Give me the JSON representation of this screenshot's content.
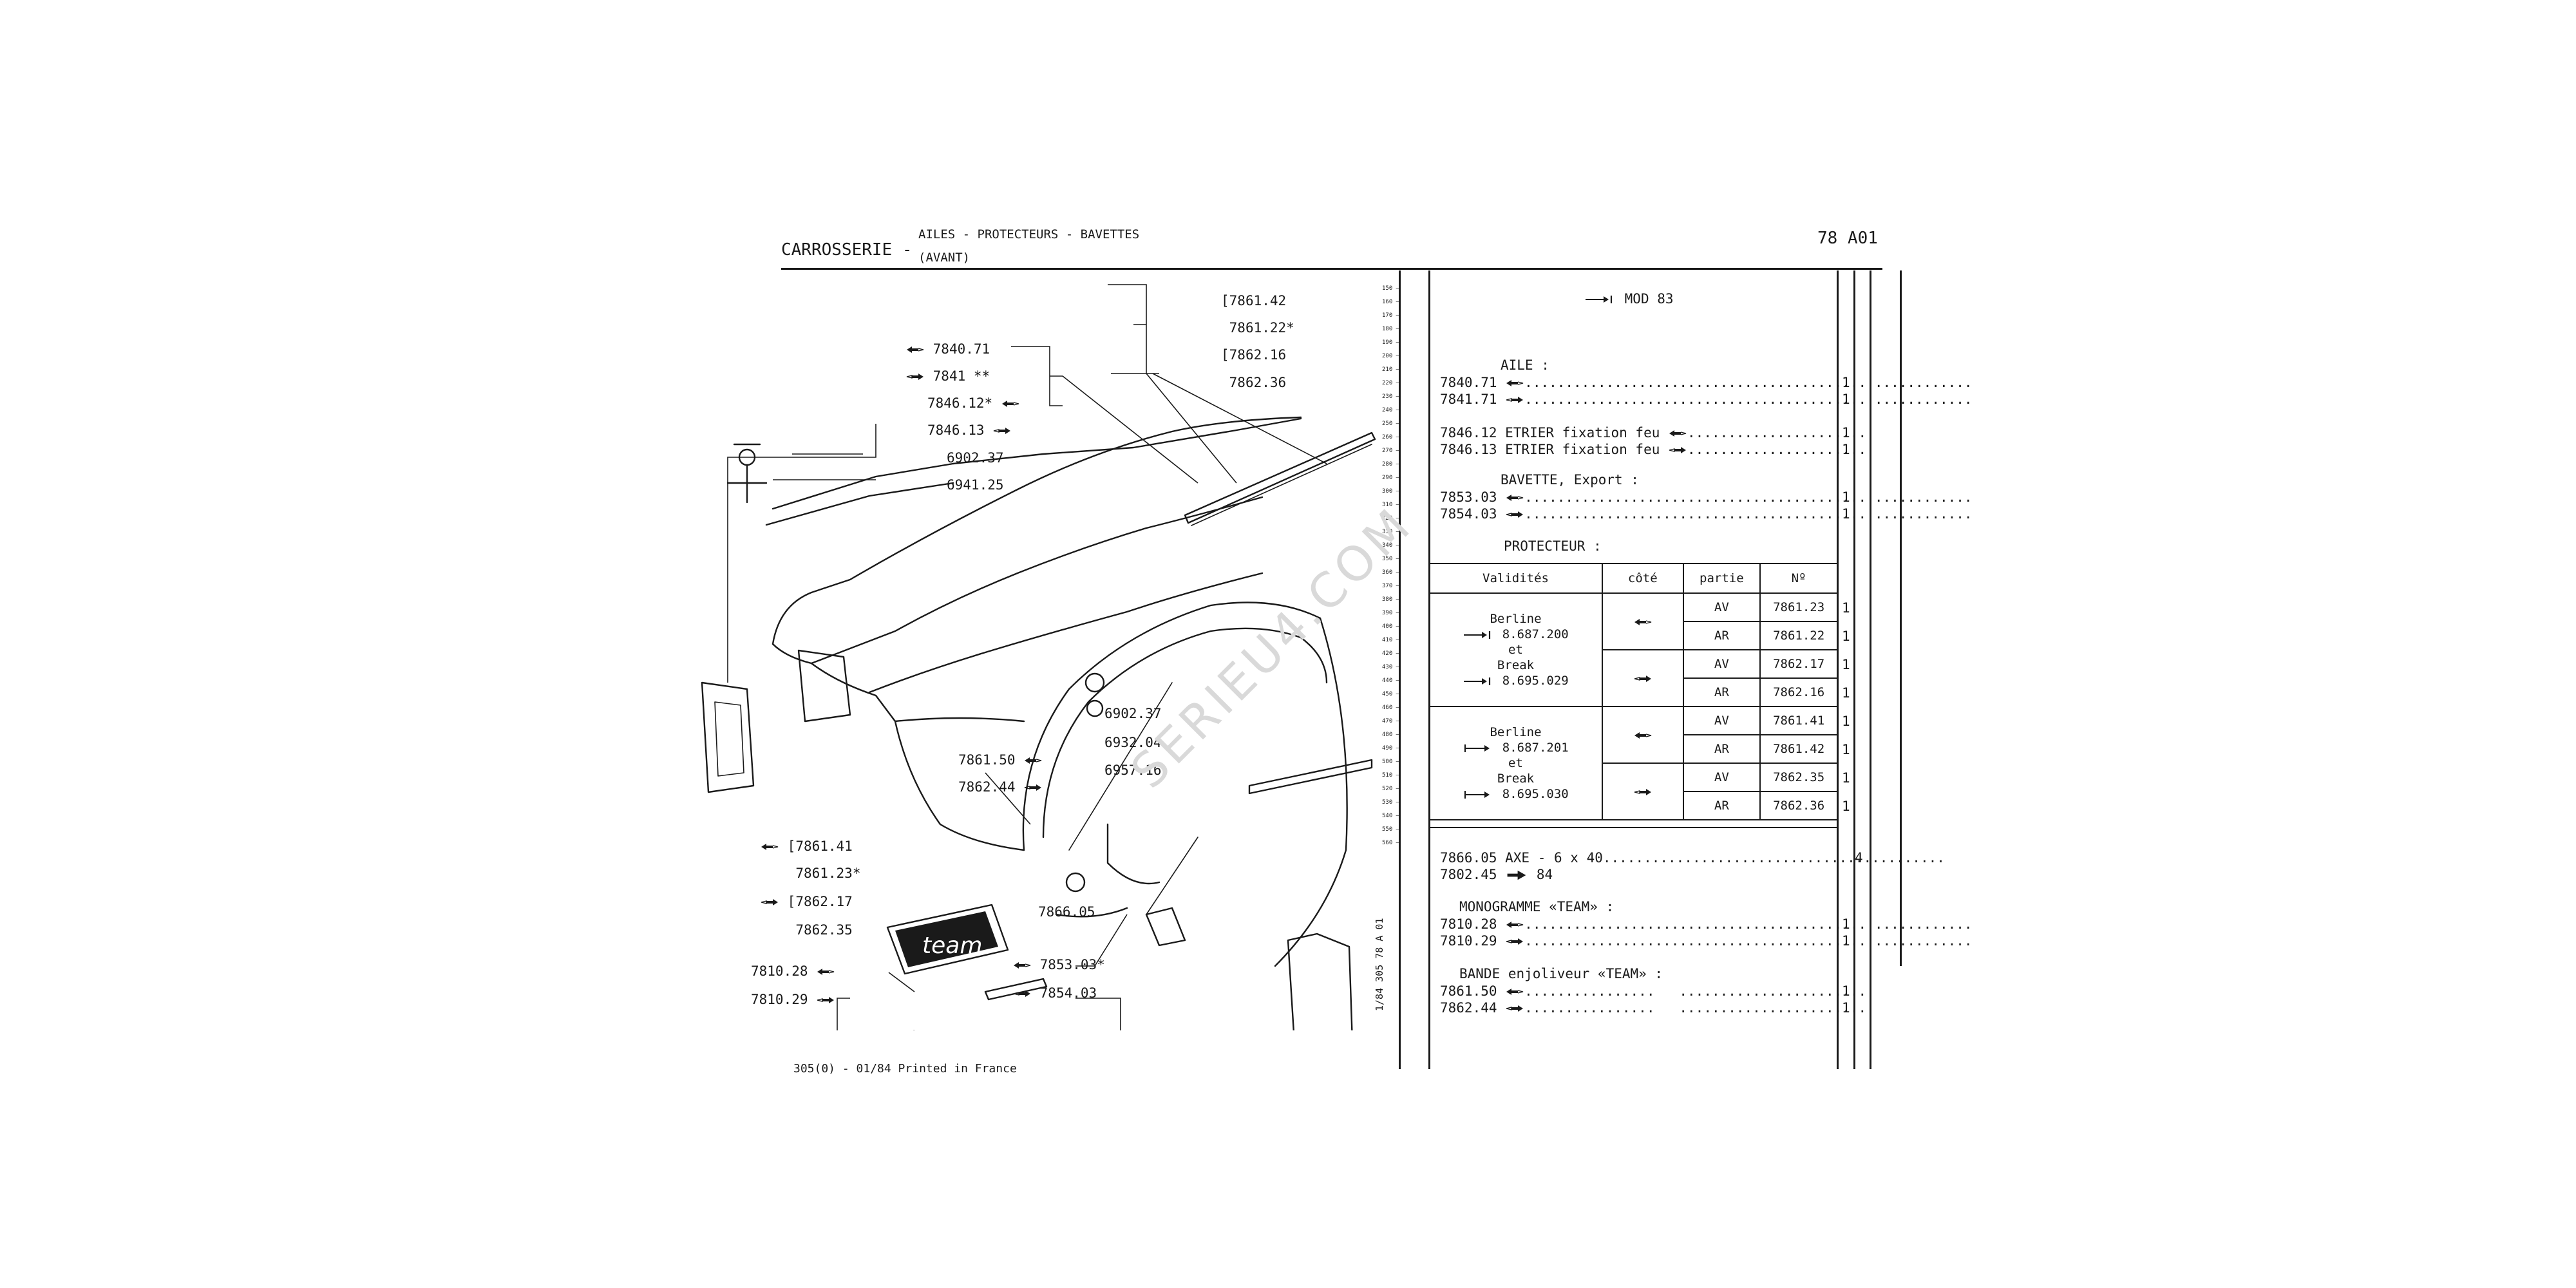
{
  "header": {
    "section": "CARROSSERIE -",
    "subtitle_line1": "AILES - PROTECTEURS - BAVETTES",
    "subtitle_line2": "(AVANT)",
    "page_code": "78 A01"
  },
  "footer": {
    "print_info": "305(0) - 01/84 Printed in France",
    "vertical_ref": "1/84 305 78 A 01"
  },
  "watermark": "SERIEU4.COM",
  "diagram_labels": {
    "l1": "7861.42",
    "l2": "7861.22*",
    "l3": "7862.16",
    "l4": "7862.36",
    "l5": "7840.71",
    "l6": "7841 **",
    "l7": "7846.12*",
    "l8": "7846.13",
    "l9": "6902.37",
    "l10": "6941.25",
    "l11": "6902.37",
    "l12": "6932.04",
    "l13": "6957.16",
    "l14": "7861.50",
    "l15": "7862.44",
    "l16": "7861.41",
    "l17": "7861.23*",
    "l18": "7862.17",
    "l19": "7862.35",
    "l20": "7810.28",
    "l21": "7810.29",
    "l22": "7866.05",
    "l23": "7853.03*",
    "l24": "7854.03",
    "badge": "team"
  },
  "parts_list": {
    "mod_label": "MOD 83",
    "aile": {
      "title": "AILE :",
      "items": [
        {
          "ref": "7840.71",
          "qty": "1"
        },
        {
          "ref": "7841.71",
          "qty": "1"
        },
        {
          "ref": "7846.12 ETRIER fixation feu",
          "qty": "1"
        },
        {
          "ref": "7846.13 ETRIER fixation feu",
          "qty": "1"
        }
      ]
    },
    "bavette": {
      "title": "BAVETTE, Export :",
      "items": [
        {
          "ref": "7853.03",
          "qty": "1"
        },
        {
          "ref": "7854.03",
          "qty": "1"
        }
      ]
    },
    "protecteur": {
      "title": "PROTECTEUR :",
      "columns": [
        "Validités",
        "côté",
        "partie",
        "Nº"
      ],
      "group1": {
        "line1": "Berline",
        "line2": "8.687.200",
        "line3": "et",
        "line4": "Break",
        "line5": "8.695.029"
      },
      "group2": {
        "line1": "Berline",
        "line2": "8.687.201",
        "line3": "et",
        "line4": "Break",
        "line5": "8.695.030"
      },
      "rows": [
        {
          "partie": "AV",
          "num": "7861.23",
          "qty": "1"
        },
        {
          "partie": "AR",
          "num": "7861.22",
          "qty": "1"
        },
        {
          "partie": "AV",
          "num": "7862.17",
          "qty": "1"
        },
        {
          "partie": "AR",
          "num": "7862.16",
          "qty": "1"
        },
        {
          "partie": "AV",
          "num": "7861.41",
          "qty": "1"
        },
        {
          "partie": "AR",
          "num": "7861.42",
          "qty": "1"
        },
        {
          "partie": "AV",
          "num": "7862.35",
          "qty": "1"
        },
        {
          "partie": "AR",
          "num": "7862.36",
          "qty": "1"
        }
      ]
    },
    "axe": {
      "ref": "7866.05 AXE - 6 x 40",
      "qty": "4"
    },
    "clip": {
      "ref": "7802.45",
      "note": "84"
    },
    "monogramme": {
      "title": "MONOGRAMME «TEAM» :",
      "items": [
        {
          "ref": "7810.28",
          "qty": "1"
        },
        {
          "ref": "7810.29",
          "qty": "1"
        }
      ]
    },
    "bande": {
      "title": "BANDE enjoliveur «TEAM» :",
      "items": [
        {
          "ref": "7861.50",
          "qty": "1"
        },
        {
          "ref": "7862.44",
          "qty": "1"
        }
      ]
    }
  },
  "scale_ticks": [
    "150",
    "160",
    "170",
    "180",
    "190",
    "200",
    "210",
    "220",
    "230",
    "240",
    "250",
    "260",
    "270",
    "280",
    "290",
    "300",
    "310",
    "320",
    "330",
    "340",
    "350",
    "360",
    "370",
    "380",
    "390",
    "400",
    "410",
    "420",
    "430",
    "440",
    "450",
    "460",
    "470",
    "480",
    "490",
    "500",
    "510",
    "520",
    "530",
    "540",
    "550",
    "560"
  ]
}
